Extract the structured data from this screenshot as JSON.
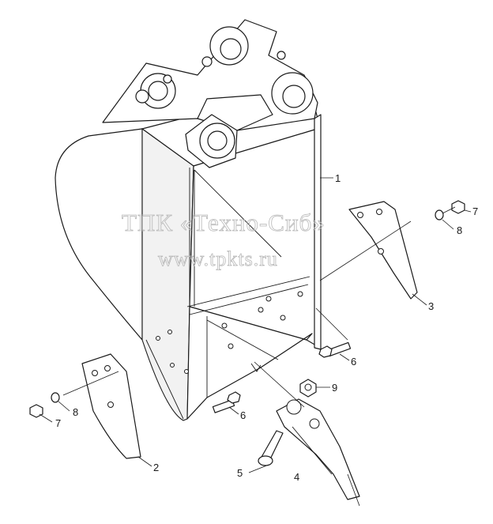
{
  "watermark": {
    "line1": "ТПК «Техно-Сиб»",
    "line2": "www.tpkts.ru"
  },
  "callouts": [
    "1",
    "2",
    "3",
    "4",
    "5",
    "6",
    "6",
    "7",
    "7",
    "8",
    "8",
    "9"
  ]
}
